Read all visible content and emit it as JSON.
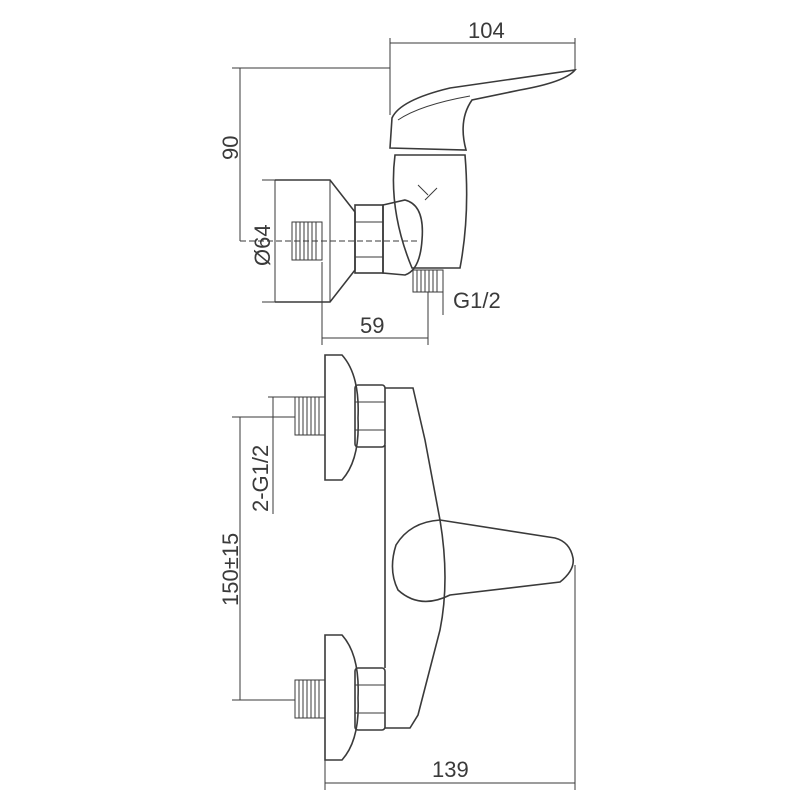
{
  "drawing": {
    "side_view": {
      "dim_width_top": "104",
      "dim_height": "90",
      "dim_diameter": "Ø64",
      "dim_depth": "59",
      "dim_outlet_thread": "G1/2"
    },
    "front_view": {
      "dim_inlet_thread": "2-G1/2",
      "dim_center_distance": "150±15",
      "dim_total_length": "139"
    },
    "colors": {
      "line": "#3a3a3a",
      "background": "#ffffff"
    }
  }
}
